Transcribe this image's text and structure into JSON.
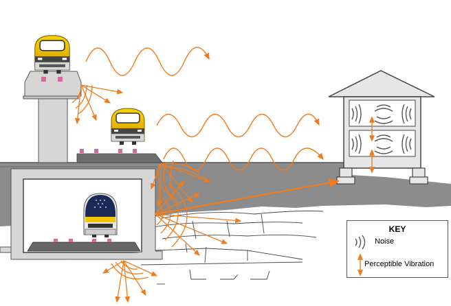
{
  "key": {
    "title": "KEY",
    "noise_label": "Noise",
    "vibration_label": "Perceptible Vibration"
  },
  "colors": {
    "orange": "#f07c1e",
    "ground": "#8c8c8c",
    "ground_dark": "#6e6e6e",
    "concrete": "#d6d6d6",
    "train_yellow": "#f2c400",
    "train_navy": "#1a2a55"
  },
  "icons": [
    "noise-icon",
    "vibration-arrow-icon",
    "train-icon",
    "house-icon"
  ]
}
